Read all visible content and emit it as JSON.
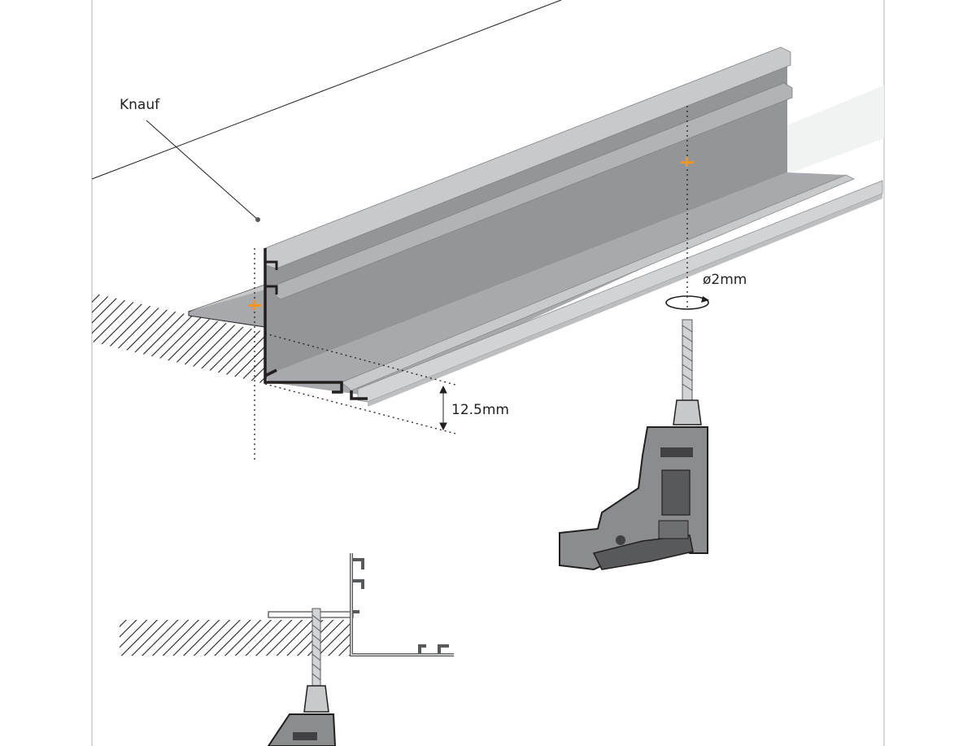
{
  "labels": {
    "brand": "Knauf",
    "drill_diameter": "ø2mm",
    "depth": "12.5mm"
  },
  "colors": {
    "profile_light": "#c8c9cb",
    "profile_mid": "#a7a9ac",
    "profile_dark": "#939598",
    "profile_edge": "#231f20",
    "drill_body": "#8a8c8e",
    "drill_grip": "#58595b",
    "marker": "#f7941d",
    "hatch": "#231f20"
  },
  "icons": {
    "rotation": "rotation-arrow-icon",
    "drill": "power-drill-icon"
  }
}
